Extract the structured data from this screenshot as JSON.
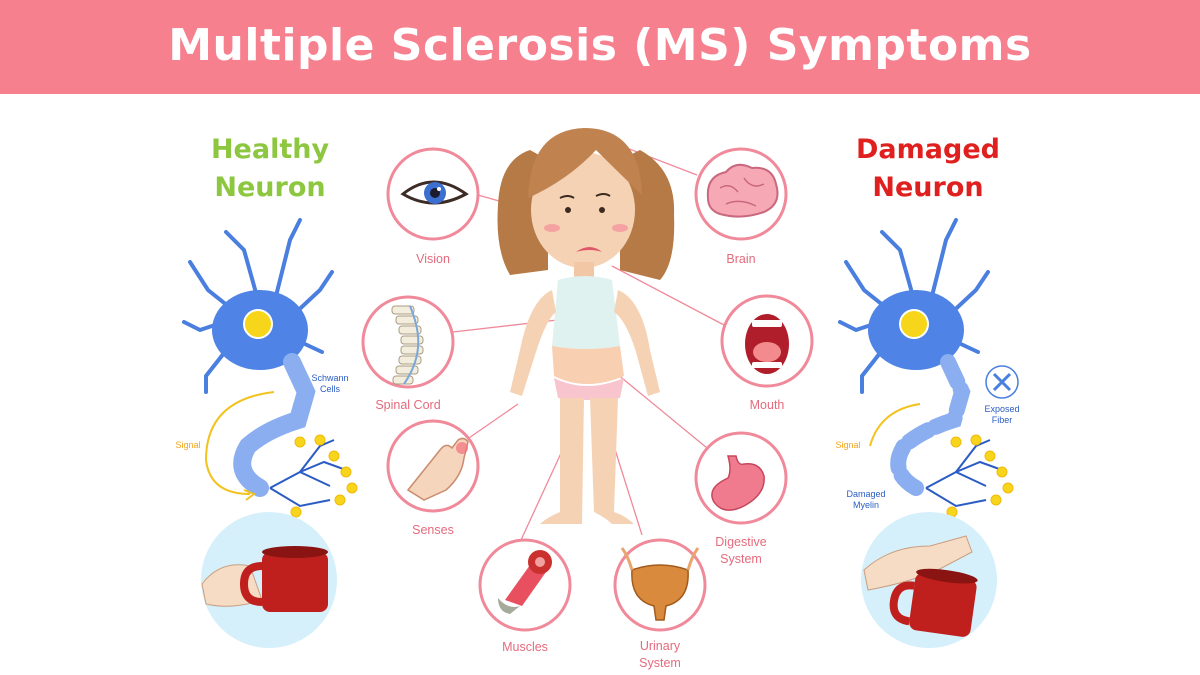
{
  "title": "Multiple Sclerosis (MS) Symptoms",
  "colors": {
    "banner": "#f7808f",
    "healthy_heading": "#8dc63f",
    "damaged_heading": "#e0201f",
    "symptom_label": "#e46b7d",
    "circle_outline": "#f08a9a",
    "neuron": "#4a7fe0",
    "signal": "#f2c21d"
  },
  "healthy": {
    "heading_lines": [
      "Healthy",
      "Neuron"
    ],
    "labels": {
      "schwann_lines": [
        "Schwann",
        "Cells"
      ],
      "signal": "Signal"
    }
  },
  "damaged": {
    "heading_lines": [
      "Damaged",
      "Neuron"
    ],
    "labels": {
      "exposed_lines": [
        "Exposed",
        "Fiber"
      ],
      "signal": "Signal",
      "myelin_lines": [
        "Damaged",
        "Myelin"
      ]
    }
  },
  "symptoms": {
    "vision": {
      "label": "Vision",
      "icon": "eye-icon"
    },
    "spinal_cord": {
      "label": "Spinal Cord",
      "icon": "spine-icon"
    },
    "senses": {
      "label": "Senses",
      "icon": "hand-icon"
    },
    "muscles": {
      "label": "Muscles",
      "icon": "muscle-icon"
    },
    "urinary": {
      "lines": [
        "Urinary",
        "System"
      ],
      "icon": "bladder-icon"
    },
    "digestive": {
      "lines": [
        "Digestive",
        "System"
      ],
      "icon": "stomach-icon"
    },
    "mouth": {
      "label": "Mouth",
      "icon": "mouth-icon"
    },
    "brain": {
      "label": "Brain",
      "icon": "brain-icon"
    }
  }
}
